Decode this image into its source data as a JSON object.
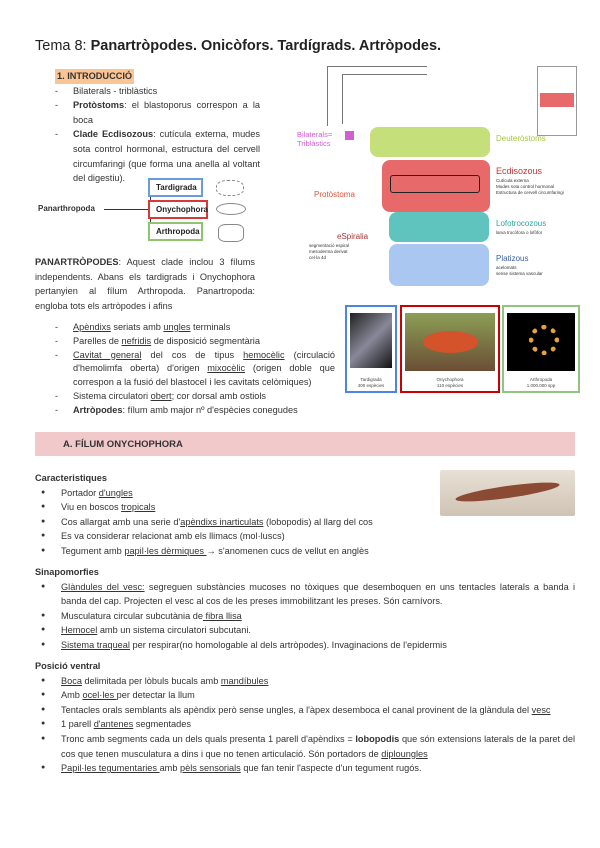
{
  "title": {
    "prefix": "Tema 8: ",
    "main": "Panartròpodes. Onicòfors. Tardígrads. Artròpodes."
  },
  "intro": {
    "heading": "1.   INTRODUCCIÓ",
    "items": [
      [
        {
          "t": "Bilaterals - triblàstics"
        }
      ],
      [
        {
          "t": "Protòstoms",
          "b": 1
        },
        {
          "t": ": el blastoporus correspon a la boca"
        }
      ],
      [
        {
          "t": "Clade Ecdisozous",
          "b": 1
        },
        {
          "t": ": cutícula externa, mudes sota control hormonal, estructura del cervell circumfaringi (que forma una anella al voltant del digestiu)."
        }
      ]
    ]
  },
  "panarthropoda_diagram": {
    "root": "Panarthropoda",
    "branches": [
      "Tardigrada",
      "Onychophora",
      "Arthropoda"
    ],
    "colors": [
      "#6a9be0",
      "#d9383a",
      "#8fc46f"
    ]
  },
  "panartropodes": {
    "lead": "PANARTRÒPODES",
    "text": ": Aquest clade inclou 3 fílums independents. Abans els tardigrads i Onychophora pertanyien al fílum Arthropoda. Panartropoda: engloba tots els artròpodes i afins"
  },
  "features": [
    [
      {
        "t": "Apèndixs",
        "u": 1
      },
      {
        "t": " seriats amb "
      },
      {
        "t": "ungles",
        "u": 1
      },
      {
        "t": " terminals"
      }
    ],
    [
      {
        "t": "Parelles de "
      },
      {
        "t": "nefridis",
        "u": 1
      },
      {
        "t": " de disposició segmentària"
      }
    ],
    [
      {
        "t": "Cavitat general",
        "u": 1
      },
      {
        "t": " del cos de tipus "
      },
      {
        "t": "hemocèlic",
        "u": 1
      },
      {
        "t": " (circulació d'hemolimfa oberta) d'origen "
      },
      {
        "t": "mixocèlic",
        "u": 1
      },
      {
        "t": " (origen doble que correspon a la fusió del blastocel i les cavitats celòmiques)"
      }
    ],
    [
      {
        "t": "Sistema circulatori "
      },
      {
        "t": "obert",
        "u": 1
      },
      {
        "t": "; cor dorsal amb ostiols"
      }
    ],
    [
      {
        "t": "Artròpodes",
        "b": 1
      },
      {
        "t": ": fílum amb major nº d'espècies conegudes"
      }
    ]
  ],
  "tree": {
    "bilaterals": "Bilaterals= Triblàstics",
    "deuterostoms": "Deuteròstoms",
    "protostoma": "Protòstoma",
    "ecdisozous": {
      "title": "Ecdisozous",
      "notes": [
        "Cutícula externa",
        "Mudes sota control hormonal",
        "Estructura de cervell circumfaringi"
      ]
    },
    "lofotrocozous": {
      "title": "Lofotrocozous",
      "notes": [
        "larva trocòfora o lofòfor"
      ]
    },
    "espiralia": {
      "title": "eSpiralia",
      "notes": [
        "segmentació espiral",
        "mesoderma derivat",
        "cel·la 4d"
      ]
    },
    "platizous": {
      "title": "Platizous",
      "notes": [
        "acelomats",
        "sense sistema vascular"
      ]
    },
    "colors": {
      "deutero": "#c5e07a",
      "ecdy": "#e8696a",
      "lopho": "#5fc4be",
      "platy": "#a9c7f0",
      "bilat": "#d05fd0",
      "proto": "#d9553f"
    }
  },
  "photos": [
    {
      "name": "Tardigrada",
      "count": "400 espècies",
      "color": "#4a86e8"
    },
    {
      "name": "Onychophora",
      "count": "110 espècies",
      "color": "#cc0000"
    },
    {
      "name": "Arthropoda",
      "count": "1.000.000 spp",
      "color": "#93c47d"
    }
  ],
  "section_a": {
    "label": "A.   FÍLUM ONYCHOPHORA"
  },
  "caracteristiques": {
    "heading": "Caracteristiques",
    "items": [
      [
        {
          "t": "Portador "
        },
        {
          "t": "d'ungles",
          "u": 1
        }
      ],
      [
        {
          "t": "Viu en boscos "
        },
        {
          "t": "tropicals",
          "u": 1
        }
      ],
      [
        {
          "t": "Cos allargat amb una serie d'"
        },
        {
          "t": "apèndixs inarticulats",
          "u": 1
        },
        {
          "t": " (lobopodis) al llarg del cos"
        }
      ],
      [
        {
          "t": "Es va considerar relacionat amb els llimacs (mol·luscs)"
        }
      ],
      [
        {
          "t": "Tegument amb "
        },
        {
          "t": " papil·les dèrmiques ",
          "u": 1
        },
        {
          "t": "→ s'anomenen cucs de vellut en anglès"
        }
      ]
    ]
  },
  "sinapomorfies": {
    "heading": "Sinapomorfies",
    "items": [
      [
        {
          "t": "Glàndules del vesc:",
          "u": 1
        },
        {
          "t": " segreguen substàncies mucoses no tòxiques que desemboquen en uns tentacles laterals a banda i banda del cap. Projecten el vesc al cos de les preses immobilitzant les preses. Són carnívors."
        }
      ],
      [
        {
          "t": "Musculatura circular subcutània de"
        },
        {
          "t": " fibra llisa",
          "u": 1
        }
      ],
      [
        {
          "t": "Hemocel",
          "u": 1
        },
        {
          "t": " amb un sistema circulatori subcutani."
        }
      ],
      [
        {
          "t": "Sistema traqueal",
          "u": 1
        },
        {
          "t": " per respirar(no homologable al dels artròpodes). Invaginacions de l'epidermis"
        }
      ]
    ]
  },
  "posicio": {
    "heading": "Posició ventral",
    "items": [
      [
        {
          "t": "Boca",
          "u": 1
        },
        {
          "t": " delimitada per lòbuls bucals amb "
        },
        {
          "t": "mandíbules",
          "u": 1
        }
      ],
      [
        {
          "t": "Amb "
        },
        {
          "t": "ocel·les ",
          "u": 1
        },
        {
          "t": "per detectar la llum"
        }
      ],
      [
        {
          "t": "Tentacles orals semblants als apèndix però sense ungles, a l'àpex desemboca el canal provinent de la glàndula del "
        },
        {
          "t": "vesc",
          "u": 1
        }
      ],
      [
        {
          "t": "1 parell "
        },
        {
          "t": "d'antenes",
          "u": 1
        },
        {
          "t": " segmentades"
        }
      ],
      [
        {
          "t": "Tronc amb segments cada un dels quals presenta 1 parell d'apèndixs =  "
        },
        {
          "t": "lobopodis",
          "b": 1
        },
        {
          "t": " que són extensions laterals de la paret del cos que tenen musculatura a dins i que no tenen articulació. Són portadors de "
        },
        {
          "t": "diploungles",
          "u": 1
        }
      ],
      [
        {
          "t": "Papil·les tegumentaries ",
          "u": 1
        },
        {
          "t": "amb "
        },
        {
          "t": "pèls sensorials",
          "u": 1
        },
        {
          "t": " que fan tenir l'aspecte d'un tegument rugós."
        }
      ]
    ]
  }
}
